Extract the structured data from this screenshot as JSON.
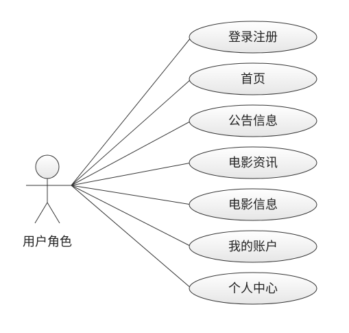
{
  "actor": {
    "label": "用户角色"
  },
  "use_cases": [
    {
      "label": "登录注册"
    },
    {
      "label": "首页"
    },
    {
      "label": "公告信息"
    },
    {
      "label": "电影资讯"
    },
    {
      "label": "电影信息"
    },
    {
      "label": "我的账户"
    },
    {
      "label": "个人中心"
    }
  ],
  "colors": {
    "stroke": "#333333",
    "ellipse_fill_top": "#ffffff",
    "ellipse_fill_bottom": "#e9e9e9",
    "text": "#222222"
  }
}
